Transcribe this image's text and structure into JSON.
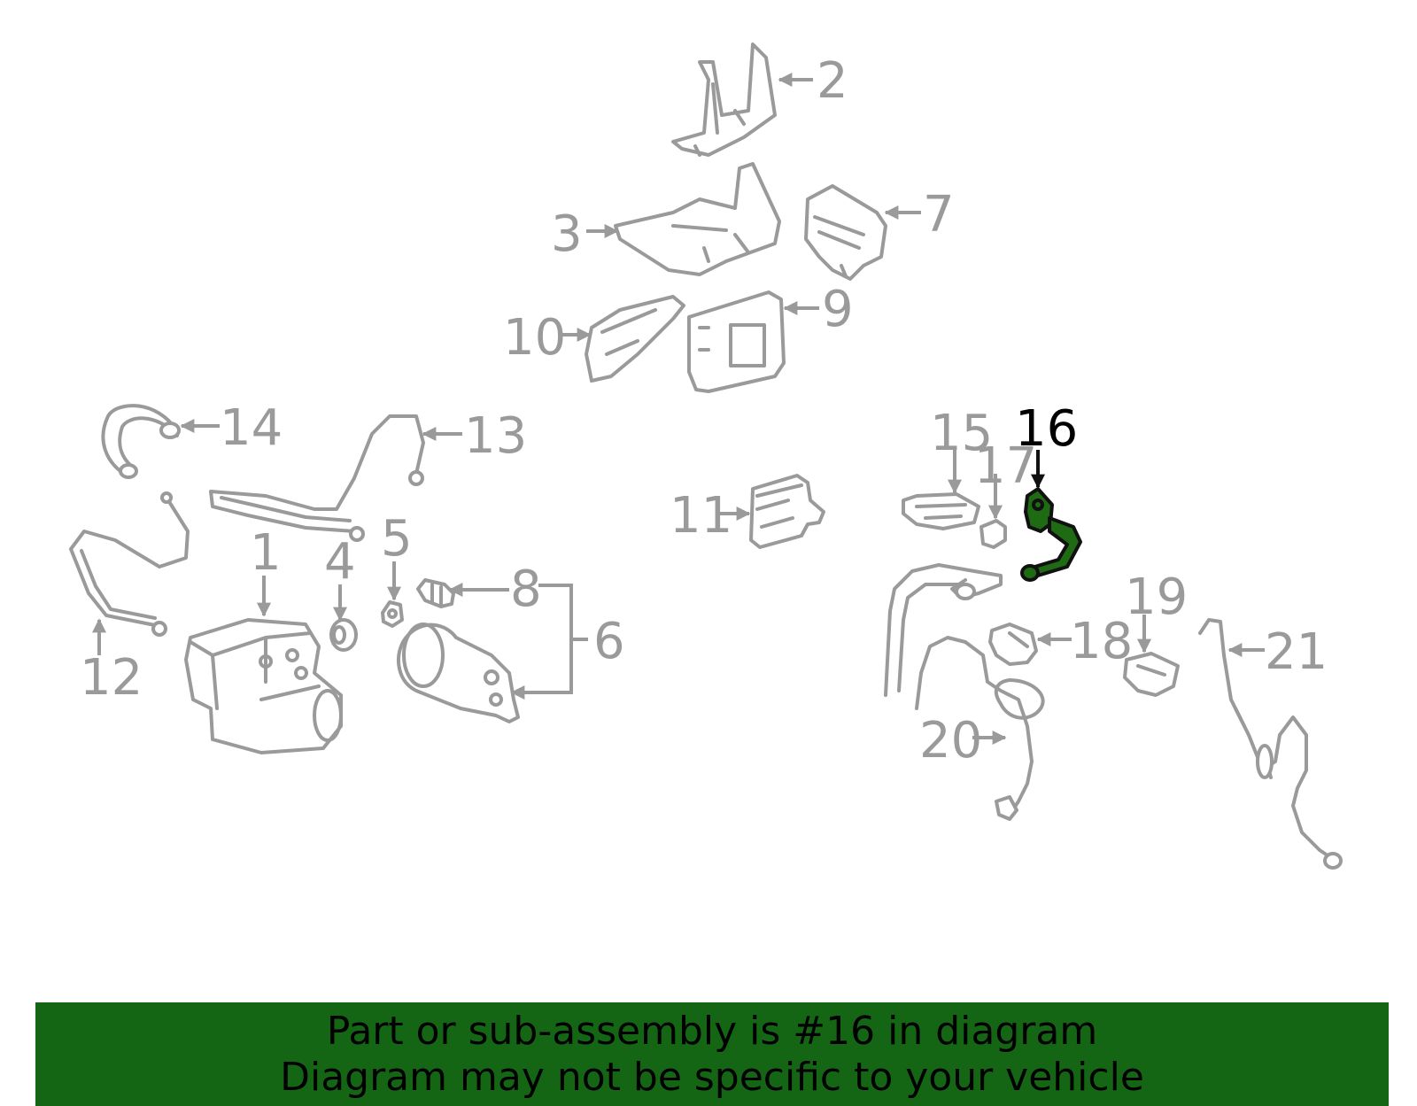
{
  "colors": {
    "part_stroke": "#9a9a9a",
    "highlight_stroke": "#111111",
    "highlight_fill": "#1f6b14",
    "banner_background": "#146614",
    "banner_text": "#000000"
  },
  "highlighted_part": "16",
  "callouts": {
    "c1": "1",
    "c2": "2",
    "c3": "3",
    "c4": "4",
    "c5": "5",
    "c6": "6",
    "c7": "7",
    "c8": "8",
    "c9": "9",
    "c10": "10",
    "c11": "11",
    "c12": "12",
    "c13": "13",
    "c14": "14",
    "c15": "15",
    "c16": "16",
    "c17": "17",
    "c18": "18",
    "c19": "19",
    "c20": "20",
    "c21": "21"
  },
  "banner": {
    "line1": "Part or sub-assembly is #16 in diagram",
    "line2": "Diagram may not be specific to your vehicle"
  }
}
